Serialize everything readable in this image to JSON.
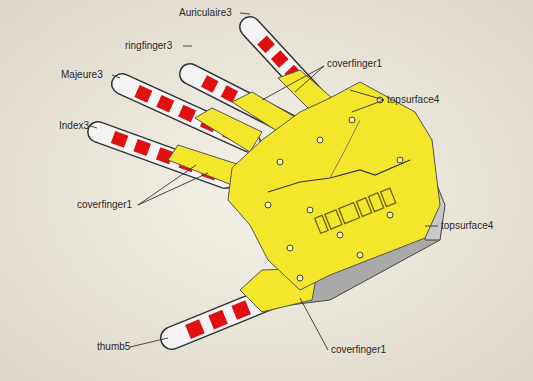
{
  "diagram": {
    "labels": [
      "Auriculaire3",
      "ringfinger3",
      "coverfinger1",
      "Majeure3",
      "topsurface4",
      "Index3",
      "coverfinger1",
      "topsurface4",
      "thumb5",
      "coverfinger1"
    ]
  }
}
